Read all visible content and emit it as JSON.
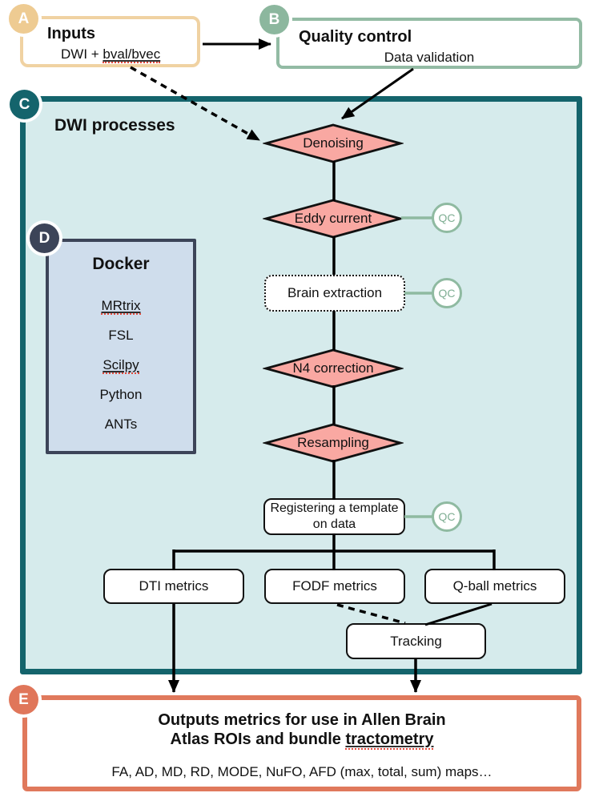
{
  "badges": {
    "a": "A",
    "b": "B",
    "c": "C",
    "d": "D",
    "e": "E"
  },
  "inputs_box": {
    "title": "Inputs",
    "subtitle_prefix": "DWI + ",
    "subtitle_misspelled": "bval/bvec"
  },
  "quality_box": {
    "title": "Quality control",
    "subtitle": "Data validation"
  },
  "c_box": {
    "title": "DWI processes",
    "diamonds": [
      {
        "label": "Denoising"
      },
      {
        "label": "Eddy current"
      },
      {
        "label": "N4 correction"
      },
      {
        "label": "Resampling"
      }
    ],
    "brain_extraction_label": "Brain extraction",
    "registering_line1": "Registering a template",
    "registering_line2": "on data",
    "qc_label": "QC",
    "metrics_boxes": [
      {
        "label": "DTI metrics"
      },
      {
        "label": "FODF metrics"
      },
      {
        "label": "Q-ball metrics"
      }
    ],
    "tracking_label": "Tracking"
  },
  "docker_box": {
    "title": "Docker",
    "items": [
      {
        "label": "MRtrix"
      },
      {
        "label": "FSL"
      },
      {
        "label": "Scilpy"
      },
      {
        "label": "Python"
      },
      {
        "label": "ANTs"
      }
    ]
  },
  "outputs_box": {
    "title_line1": "Outputs metrics for use in Allen Brain",
    "title_line2_prefix": "Atlas ROIs and bundle ",
    "title_line2_misspelled": "tractometry",
    "metrics_line": "FA, AD, MD, RD, MODE, NuFO, AFD (max, total, sum) maps…"
  },
  "colors": {
    "badge_a": "#eecb92",
    "badge_b": "#8cb79e",
    "badge_c": "#14646c",
    "badge_d": "#3c4458",
    "badge_e": "#e0765a",
    "c_fill": "#d6ebec",
    "c_border": "#14646c",
    "docker_fill": "#cfddec",
    "docker_border": "#3c4458",
    "diamond_fill": "#f9a8a2",
    "qc_green": "#8fbaa1",
    "outputs_border": "#e0795c",
    "inputs_border": "#f0d2a2"
  }
}
